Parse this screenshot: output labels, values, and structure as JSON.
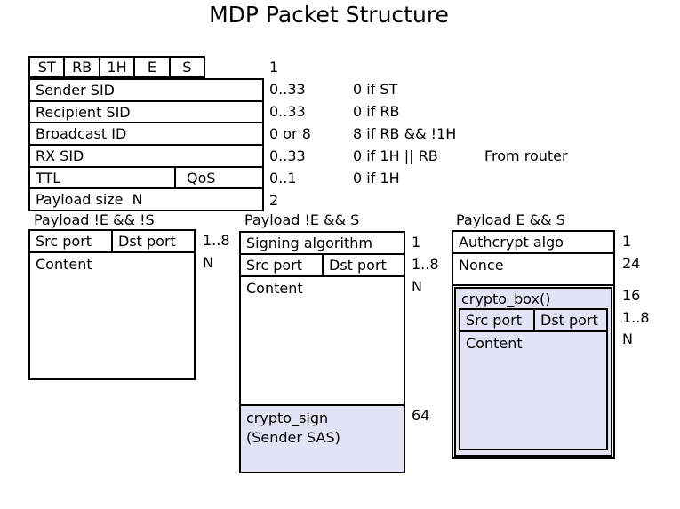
{
  "title": "MDP Packet Structure",
  "colors": {
    "highlight": "#E3E3F5"
  },
  "header": {
    "flags": {
      "cells": [
        "ST",
        "RB",
        "1H",
        "E",
        "S"
      ],
      "size": "1"
    },
    "rows": [
      {
        "label": "Sender SID",
        "size": "0..33",
        "condition": "0 if ST"
      },
      {
        "label": "Recipient SID",
        "size": "0..33",
        "condition": "0 if RB"
      },
      {
        "label": "Broadcast ID",
        "size": "0 or 8",
        "condition": "8 if RB && !1H"
      },
      {
        "label": "RX SID",
        "size": "0..33",
        "condition": "0 if 1H || RB",
        "note": "From router"
      },
      {
        "label": "TTL",
        "label2": "QoS",
        "size": "0..1",
        "condition": "0 if 1H"
      },
      {
        "label": "Payload size  N",
        "size": "2"
      }
    ]
  },
  "payloads": {
    "plain": {
      "heading": "Payload !E && !S",
      "src_port": "Src port",
      "dst_port": "Dst port",
      "ports_size": "1..8",
      "content": "Content",
      "content_size": "N"
    },
    "signed": {
      "heading": "Payload !E && S",
      "algorithm": "Signing algorithm",
      "algorithm_size": "1",
      "src_port": "Src port",
      "dst_port": "Dst port",
      "ports_size": "1..8",
      "content": "Content",
      "content_size": "N",
      "sign_line1": "crypto_sign",
      "sign_line2": "(Sender SAS)",
      "sign_size": "64"
    },
    "encrypted": {
      "heading": "Payload E && S",
      "algorithm": "Authcrypt algo",
      "algorithm_size": "1",
      "nonce": "Nonce",
      "nonce_size": "24",
      "box_label": "crypto_box()",
      "box_size": "16",
      "src_port": "Src port",
      "dst_port": "Dst port",
      "ports_size": "1..8",
      "content": "Content",
      "content_size": "N"
    }
  }
}
